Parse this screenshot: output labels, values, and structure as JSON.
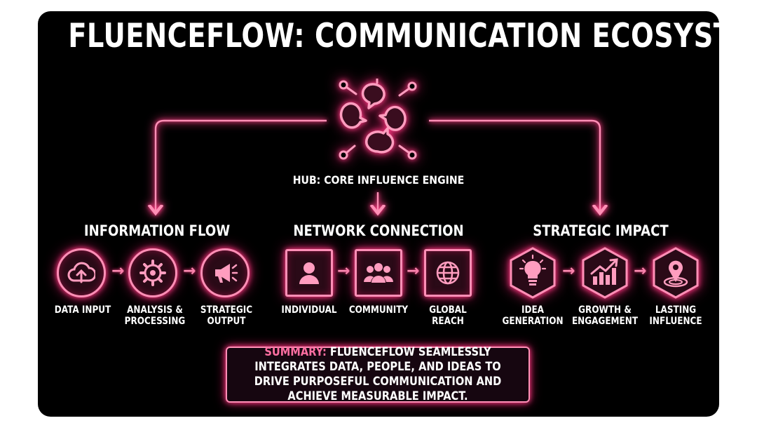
{
  "title": "FLUENCEFLOW: COMMUNICATION ECOSYSTEM",
  "hub": {
    "label": "HUB: CORE INFLUENCE ENGINE",
    "icon": "hub-network-icon"
  },
  "groups": [
    {
      "title": "INFORMATION FLOW",
      "nodes": [
        {
          "label": "DATA INPUT",
          "icon": "cloud-upload-icon"
        },
        {
          "label": "ANALYSIS &\nPROCESSING",
          "icon": "gear-icon"
        },
        {
          "label": "STRATEGIC\nOUTPUT",
          "icon": "megaphone-icon"
        }
      ]
    },
    {
      "title": "NETWORK CONNECTION",
      "nodes": [
        {
          "label": "INDIVIDUAL",
          "icon": "person-icon"
        },
        {
          "label": "COMMUNITY",
          "icon": "group-icon"
        },
        {
          "label": "GLOBAL\nREACH",
          "icon": "globe-icon"
        }
      ]
    },
    {
      "title": "STRATEGIC IMPACT",
      "nodes": [
        {
          "label": "IDEA\nGENERATION",
          "icon": "lightbulb-icon"
        },
        {
          "label": "GROWTH &\nENGAGEMENT",
          "icon": "growth-chart-icon"
        },
        {
          "label": "LASTING\nINFLUENCE",
          "icon": "location-pin-icon"
        }
      ]
    }
  ],
  "summary": {
    "label": "SUMMARY:",
    "text": "FLUENCEFLOW SEAMLESSLY INTEGRATES DATA, PEOPLE, AND IDEAS TO DRIVE PURPOSEFUL COMMUNICATION AND ACHIEVE MEASURABLE IMPACT."
  },
  "colors": {
    "accent": "#ff8fb6",
    "glow": "#ff3d85",
    "background": "#000000",
    "text": "#ffffff"
  }
}
